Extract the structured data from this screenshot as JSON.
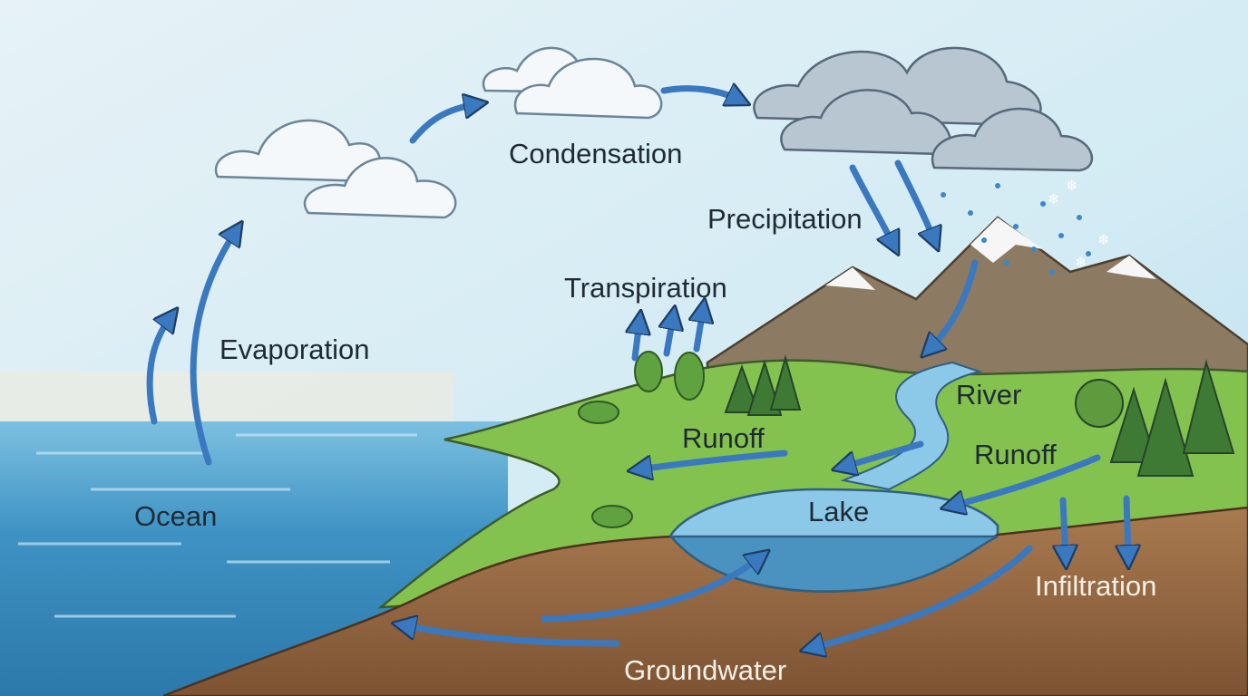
{
  "labels": {
    "condensation": "Condensation",
    "precipitation": "Precipitation",
    "transpiration": "Transpiration",
    "evaporation": "Evaporation",
    "ocean": "Ocean",
    "runoff_left": "Runoff",
    "runoff_right": "Runoff",
    "river": "River",
    "lake": "Lake",
    "infiltration": "Infiltration",
    "groundwater": "Groundwater"
  },
  "colors": {
    "sky": "#d8edf5",
    "ocean": "#3f93c4",
    "land": "#7fbf4a",
    "soil": "#9a6a43",
    "arrow": "#3a78c0"
  }
}
